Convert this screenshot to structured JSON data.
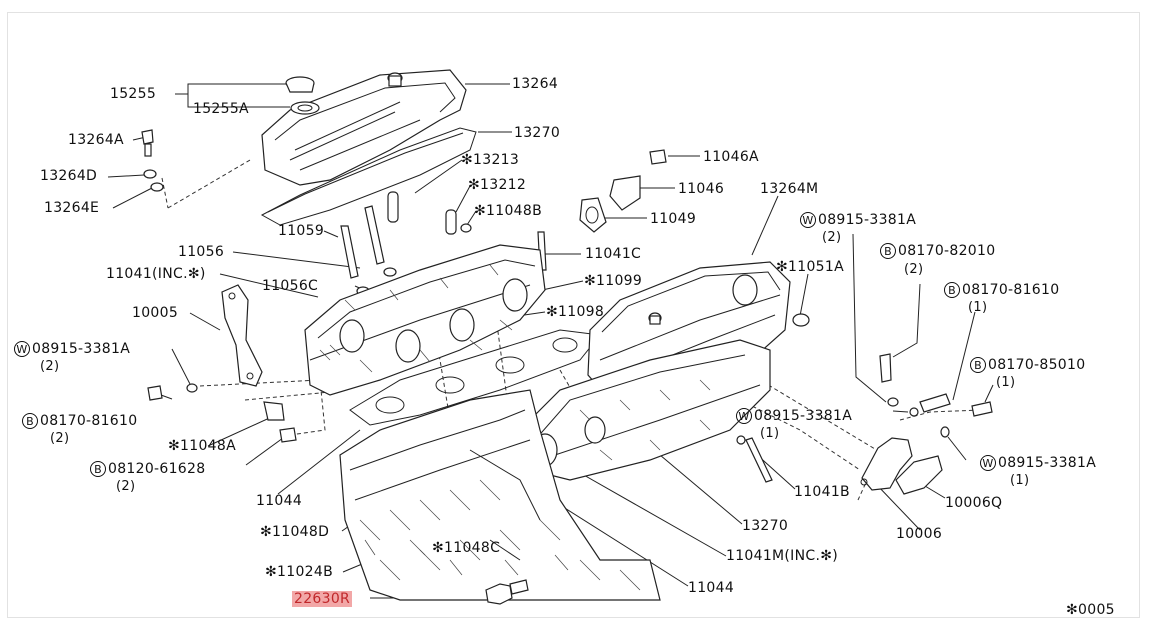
{
  "diagram": {
    "labels": {
      "p15255": "15255",
      "p15255A": "15255A",
      "p13264": "13264",
      "p13270_top": "13270",
      "p13264A": "13264A",
      "p13264D": "13264D",
      "p13264E": "13264E",
      "p13213": "✻13213",
      "p13212": "✻13212",
      "p11048B": "✻11048B",
      "p11046A": "11046A",
      "p11046": "11046",
      "p11049": "11049",
      "p13264M": "13264M",
      "p11059": "11059",
      "p11056": "11056",
      "p11041C": "11041C",
      "p11041inc": "11041(INC.✻)",
      "p11056C": "11056C",
      "p11099": "✻11099",
      "p11098": "✻11098",
      "p10005": "10005",
      "p11051A": "✻11051A",
      "w1_code": "08915-3381A",
      "w1_qty": "(2)",
      "b1_code": "08170-82010",
      "b1_qty": "(2)",
      "b2_code": "08170-81610",
      "b2_qty": "(1)",
      "w2_code": "08915-3381A",
      "w2_qty": "(2)",
      "b3_code": "08170-85010",
      "b3_qty": "(1)",
      "b4_code": "08170-81610",
      "b4_qty": "(2)",
      "w3_code": "08915-3381A",
      "w3_qty": "(1)",
      "p11048A": "✻11048A",
      "b5_code": "08120-61628",
      "b5_qty": "(2)",
      "w4_code": "08915-3381A",
      "w4_qty": "(1)",
      "p11041B": "11041B",
      "p10006Q": "10006Q",
      "p10006": "10006",
      "p11044_left": "11044",
      "p11048D": "✻11048D",
      "p13270_bottom": "13270",
      "p11048C": "✻11048C",
      "p11041M": "11041M(INC.✻)",
      "p11024B": "✻11024B",
      "p11044_bottom": "11044",
      "p22630R": "22630R",
      "footer": "✻0005"
    },
    "symbols": {
      "washer_letter": "W",
      "bolt_letter": "B"
    },
    "colors": {
      "highlight_bg": "#f2a7a7",
      "highlight_text": "#c0282b"
    }
  }
}
